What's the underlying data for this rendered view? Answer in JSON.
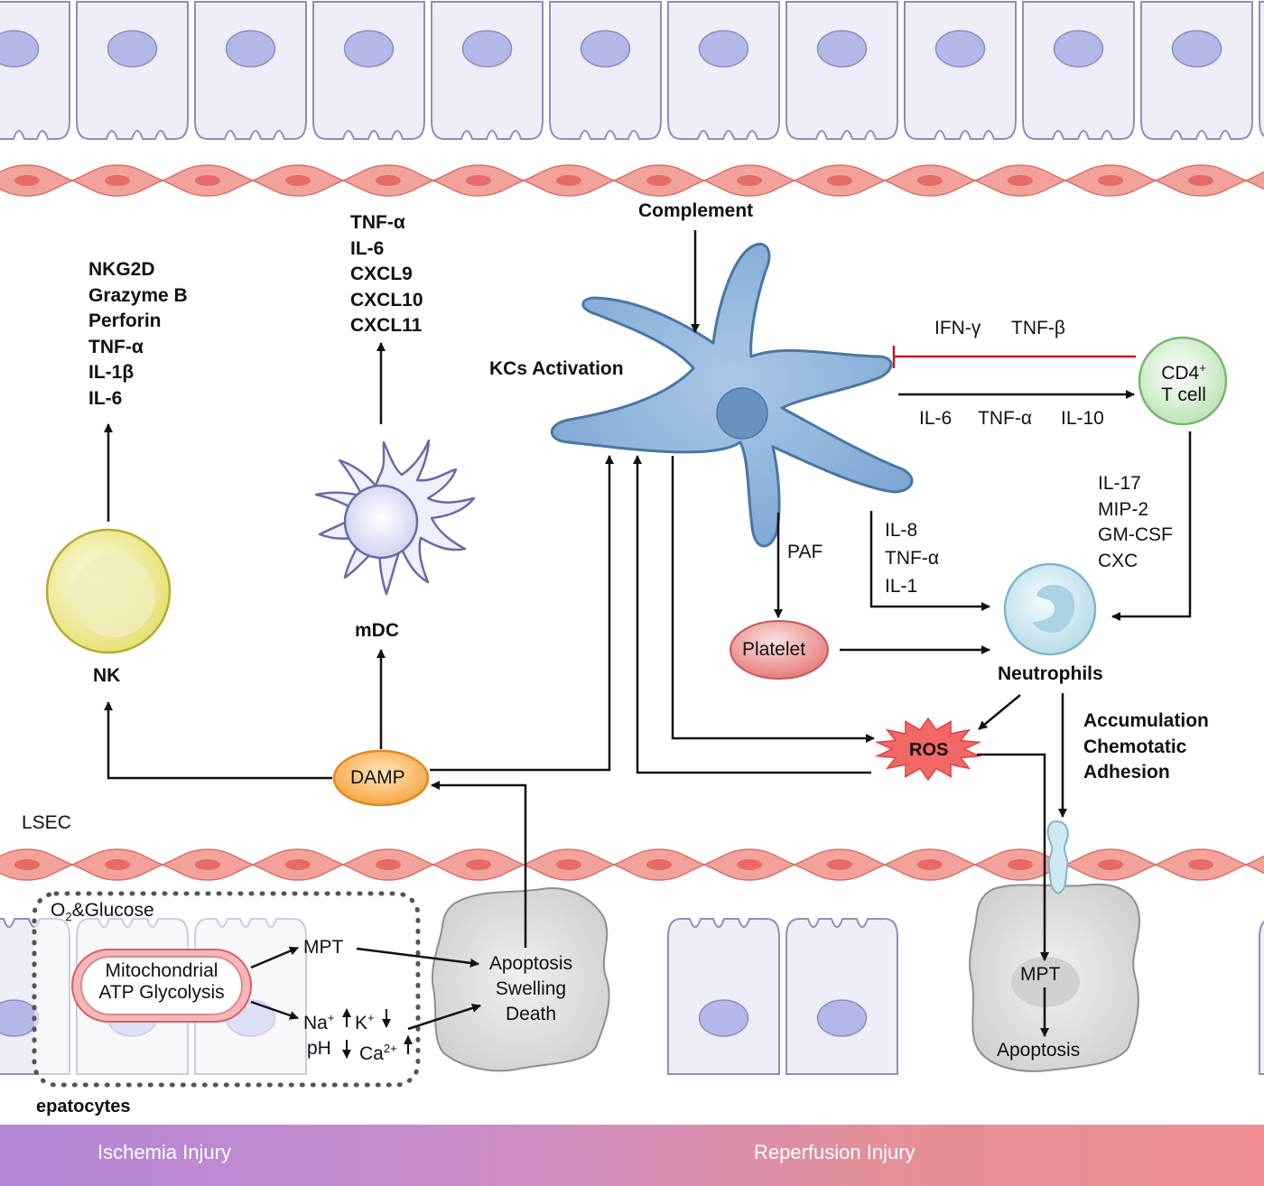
{
  "labels": {
    "complement": "Complement",
    "kcs_activation": "KCs Activation",
    "ifn_gamma": "IFN-γ",
    "tnf_beta": "TNF-β",
    "cd4_line1": "CD4",
    "cd4_sup": "+",
    "cd4_line2": "T cell",
    "kc_to_t_cytokines": [
      "IL-6",
      "TNF-α",
      "IL-10"
    ],
    "t_cell_cytokines": [
      "IL-17",
      "MIP-2",
      "GM-CSF",
      "CXC"
    ],
    "kc_to_neutrophil_cytokines": [
      "IL-8",
      "TNF-α",
      "IL-1"
    ],
    "paf": "PAF",
    "platelet": "Platelet",
    "neutrophils": "Neutrophils",
    "ros": "ROS",
    "neutrophil_actions": [
      "Accumulation",
      "Chemotatic",
      "Adhesion"
    ],
    "nk_products": [
      "NKG2D",
      "Grazyme B",
      "Perforin",
      "TNF-α",
      "IL-1β",
      "IL-6"
    ],
    "nk": "NK",
    "mdc_products": [
      "TNF-α",
      "IL-6",
      "CXCL9",
      "CXCL10",
      "CXCL11"
    ],
    "mdc": "mDC",
    "damp": "DAMP",
    "lsec": "LSEC",
    "o2_glucose_o": "O",
    "o2_glucose_sub": "2",
    "o2_glucose_rest": "&Glucose",
    "mitochondrial_line1": "Mitochondrial",
    "mitochondrial_line2": "ATP Glycolysis",
    "mpt_left": "MPT",
    "na": "Na",
    "na_sup": "+",
    "k": "K",
    "k_sup": "+",
    "ph": "pH",
    "ca": "Ca",
    "ca_sup": "2+",
    "apoptosis_swelling_death": [
      "Apoptosis",
      "Swelling",
      "Death"
    ],
    "mpt_right": "MPT",
    "apoptosis_right": "Apoptosis",
    "hepatocytes": "epatocytes",
    "ischemia_injury": "Ischemia Injury",
    "reperfusion_injury": "Reperfusion Injury"
  },
  "colors": {
    "arrow": "#111111",
    "inhibition": "#b32025",
    "hepatocyte_fill": "#eeeef8",
    "hepatocyte_stroke": "#8e8eb8",
    "nucleus": "#b4b8e8",
    "lsec_fill": "#f2a29a",
    "lsec_nucleus": "#e66a66",
    "kupffer": "#8fb4da",
    "kupffer_stroke": "#4a77a3",
    "nk_fill": "#f2f0a4",
    "nk_stroke": "#b3ad2c",
    "mdc_stroke": "#6a6aa8",
    "cd4_fill": "#dcf2d8",
    "cd4_stroke": "#78b86c",
    "neutrophil_fill": "#d6ecf2",
    "platelet_fill": "#ec9292",
    "damp_fill": "#f7b65a",
    "ros_fill": "#f26866",
    "ischemia_bar": "#b386d6",
    "reperfusion_bar": "#ee8c92"
  },
  "icons": [
    "hepatocyte-icon",
    "lsec-cell-icon",
    "kupffer-cell-icon",
    "nk-cell-icon",
    "dendritic-cell-icon",
    "cd4-t-cell-icon",
    "neutrophil-icon",
    "platelet-icon",
    "damp-icon",
    "ros-icon",
    "mitochondrion-icon",
    "damaged-hepatocyte-icon"
  ]
}
